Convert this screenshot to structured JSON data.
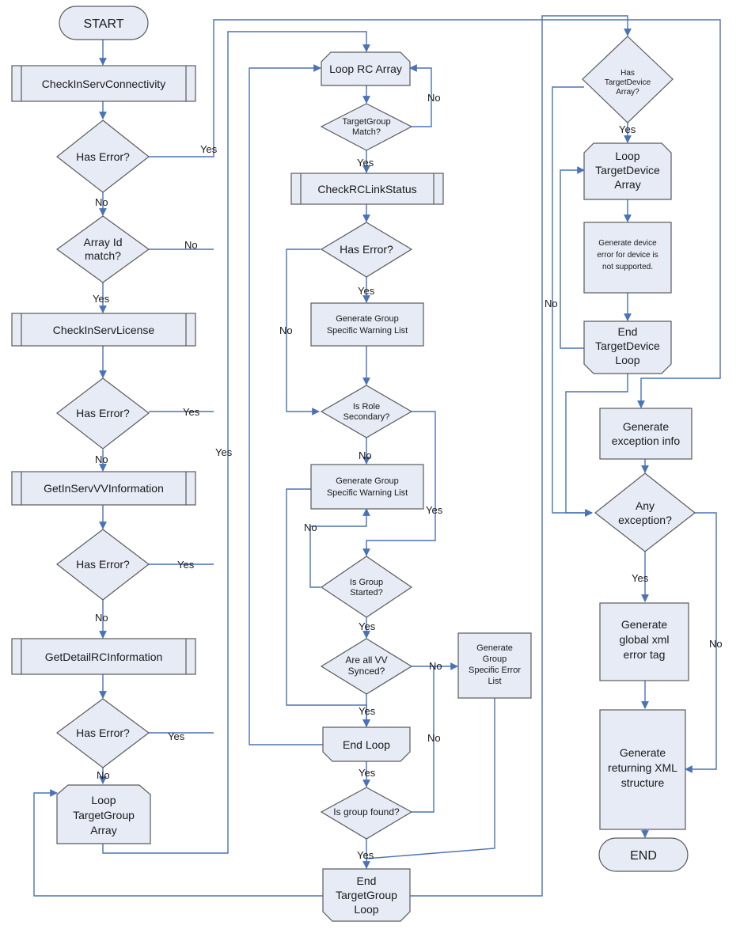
{
  "flowchart": {
    "nodes": {
      "start": "START",
      "check_conn": "CheckInServConnectivity",
      "has_error_1": "Has Error?",
      "array_id": [
        "Array Id",
        "match?"
      ],
      "check_license": "CheckInServLicense",
      "has_error_2": "Has Error?",
      "get_vv": "GetInServVVInformation",
      "has_error_3": "Has Error?",
      "get_rc": "GetDetailRCInformation",
      "has_error_4": "Has Error?",
      "loop_tg": [
        "Loop",
        "TargetGroup",
        "Array"
      ],
      "loop_rc": "Loop RC Array",
      "tg_match": [
        "TargetGroup",
        "Match?"
      ],
      "check_rc_link": "CheckRCLinkStatus",
      "has_error_5": "Has Error?",
      "gen_warn_1": [
        "Generate Group",
        "Specific Warning List"
      ],
      "is_role": [
        "Is Role",
        "Secondary?"
      ],
      "gen_warn_2": [
        "Generate Group",
        "Specific Warning List"
      ],
      "is_started": [
        "Is Group",
        "Started?"
      ],
      "all_synced": [
        "Are all VV",
        "Synced?"
      ],
      "gen_error": [
        "Generate",
        "Group",
        "Specific Error",
        "List"
      ],
      "end_loop": "End Loop",
      "group_found": "Is group found?",
      "end_tg_loop": [
        "End",
        "TargetGroup",
        "Loop"
      ],
      "has_td": [
        "Has",
        "TargetDevice",
        "Array?"
      ],
      "loop_td": [
        "Loop",
        "TargetDevice",
        "Array"
      ],
      "gen_dev_err": [
        "Generate device",
        "error for device is",
        "not supported."
      ],
      "end_td_loop": [
        "End",
        "TargetDevice",
        "Loop"
      ],
      "gen_exc": [
        "Generate",
        "exception info"
      ],
      "any_exc": [
        "Any",
        "exception?"
      ],
      "gen_xml_err": [
        "Generate",
        "global xml",
        "error tag"
      ],
      "gen_ret": [
        "Generate",
        "returning XML",
        "structure"
      ],
      "end": "END"
    },
    "edge_labels": {
      "e1_yes": "Yes",
      "e1_no": "No",
      "e2_no": "No",
      "e2_yes": "Yes",
      "e3_yes": "Yes",
      "e3_no": "No",
      "e4_yes": "Yes",
      "e4_no": "No",
      "e5_yes": "Yes",
      "e5_no": "No",
      "big_yes": "Yes",
      "tgm_no": "No",
      "tgm_yes": "Yes",
      "he5_no": "No",
      "he5_yes": "Yes",
      "role_no": "No",
      "role_yes": "Yes",
      "start_no": "No",
      "start_yes": "Yes",
      "sync_no": "No",
      "sync_yes": "Yes",
      "end_loop_yes": "Yes",
      "found_no": "No",
      "found_yes": "Yes",
      "td_yes": "Yes",
      "td_no": "No",
      "exc_yes": "Yes",
      "exc_no": "No"
    }
  }
}
